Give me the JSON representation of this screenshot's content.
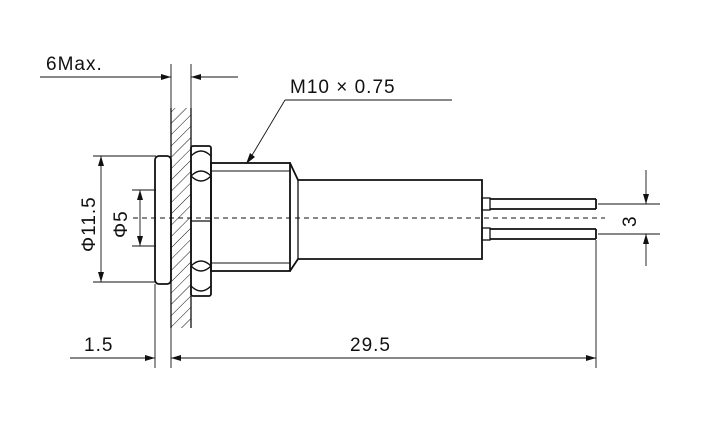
{
  "dimensions": {
    "panel_thickness": "6Max.",
    "thread": "M10 × 0.75",
    "outer_diameter": "Φ11.5",
    "inner_diameter": "Φ5",
    "bezel_depth": "1.5",
    "body_length": "29.5",
    "pin_spacing": "3"
  },
  "colors": {
    "line": "#111111",
    "background": "#ffffff"
  }
}
